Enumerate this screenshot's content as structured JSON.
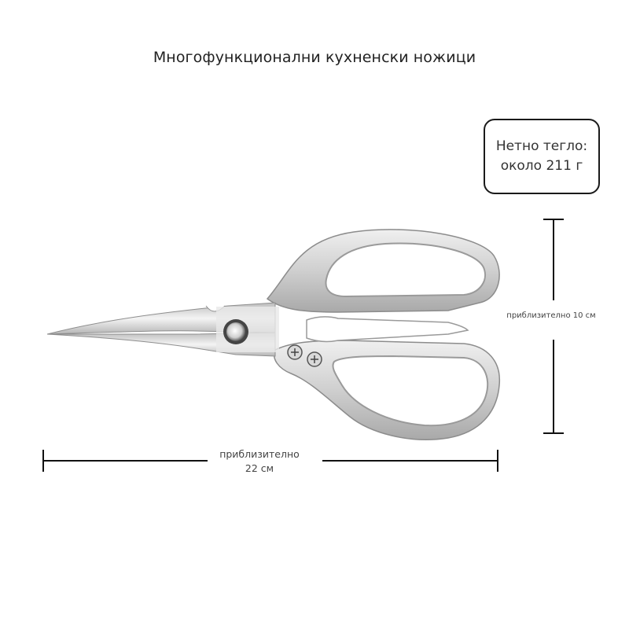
{
  "title": "Многофункционални кухненски ножици",
  "weight_box": {
    "line1": "Нетно тегло:",
    "line2": "около 211 г"
  },
  "dimensions": {
    "height_label": "приблизително 10 см",
    "length_label_line1": "приблизително",
    "length_label_line2": "22 см"
  },
  "product_image": {
    "subject": "stainless steel kitchen scissors",
    "colors": {
      "metal": "#d4d4d4",
      "metal_dark": "#9a9a9a",
      "blade": "#e2e2e2",
      "line": "#111111"
    }
  }
}
